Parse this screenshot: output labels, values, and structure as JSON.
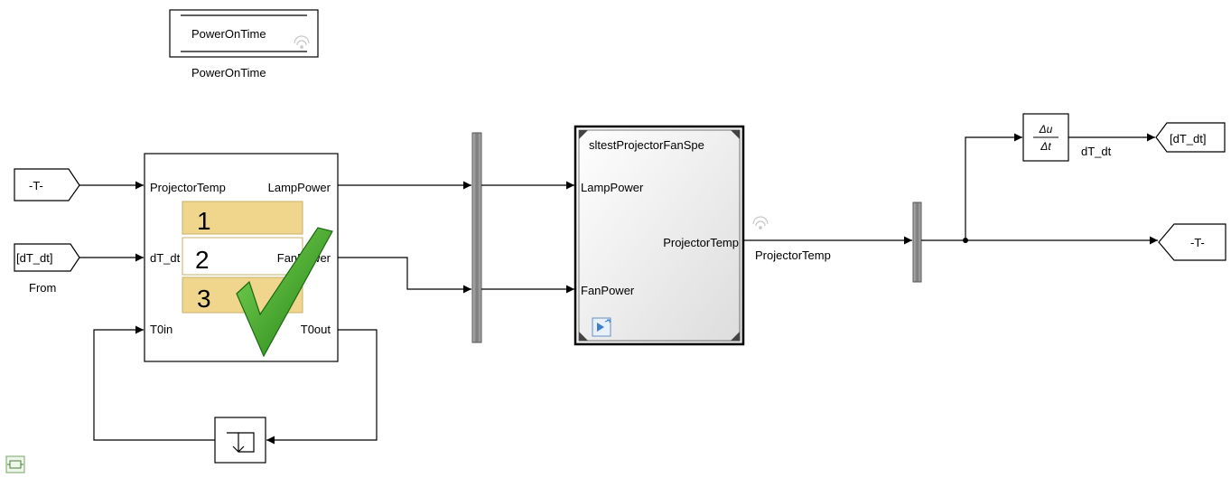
{
  "model": {
    "data_store_block": {
      "label": "PowerOnTime",
      "caption": "PowerOnTime"
    },
    "from_T": {
      "label": "-T-"
    },
    "from_dTdt": {
      "label": "[dT_dt]",
      "caption": "From"
    },
    "subsystem": {
      "inputs": [
        "ProjectorTemp",
        "dT_dt",
        "T0in"
      ],
      "outputs": [
        "LampPower",
        "FanPower",
        "T0out"
      ],
      "priority_numbers": [
        "1",
        "2",
        "3"
      ],
      "badge": "green checkmark"
    },
    "model_ref": {
      "title": "sltestProjectorFanSpe",
      "inputs": [
        "LampPower",
        "FanPower"
      ],
      "output": "ProjectorTemp"
    },
    "signal_label_projtemp": "ProjectorTemp",
    "derivative_block": {
      "numerator": "Δu",
      "denominator": "Δt"
    },
    "signal_label_dtdt": "dT_dt",
    "goto_dTdt": {
      "label": "[dT_dt]"
    },
    "goto_T": {
      "label": "-T-"
    },
    "colors": {
      "priority_fill": "#f0d58c",
      "check_green": "#2e9a1a",
      "mux_gray": "#8a8a8a"
    },
    "icons": [
      "wifi-icon",
      "checkmark-icon",
      "delay-icon",
      "model-ref-icon",
      "diagram-status-icon"
    ]
  }
}
